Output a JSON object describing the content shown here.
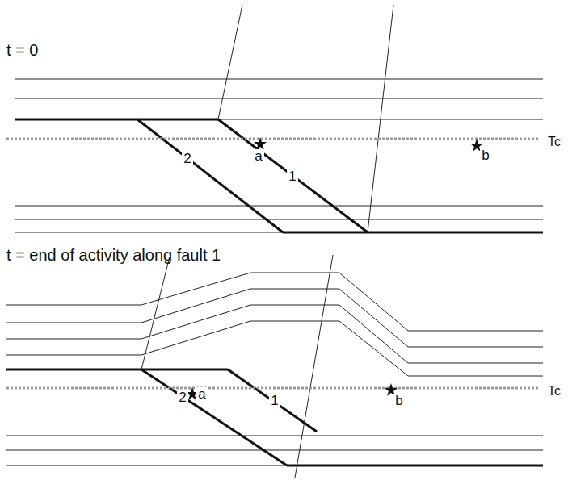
{
  "diagram": {
    "labels": [
      "t = 0",
      "a",
      "Tc",
      "b",
      "2",
      "1",
      "t = end of activity along fault 1",
      "a",
      "b",
      "Tc",
      "2",
      "1"
    ]
  }
}
